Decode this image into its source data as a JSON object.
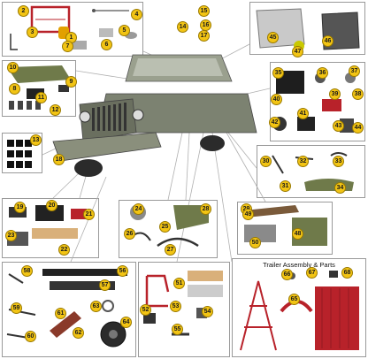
{
  "trailer_title": "Trailer Assembly & Parts",
  "colors": {
    "badge": "#f2c414",
    "part_red": "#b8222a",
    "part_green": "#6f7a4a",
    "part_gray": "#8a8a8a",
    "part_tan": "#d9b07a",
    "border": "#9a9a9a"
  },
  "parts": [
    {
      "id": "1",
      "label": "1"
    },
    {
      "id": "2",
      "label": "2"
    },
    {
      "id": "3",
      "label": "3"
    },
    {
      "id": "4",
      "label": "4"
    },
    {
      "id": "5",
      "label": "5"
    },
    {
      "id": "6",
      "label": "6"
    },
    {
      "id": "7",
      "label": "7"
    },
    {
      "id": "8",
      "label": "8"
    },
    {
      "id": "9",
      "label": "9"
    },
    {
      "id": "10",
      "label": "10"
    },
    {
      "id": "11",
      "label": "11"
    },
    {
      "id": "12",
      "label": "12"
    },
    {
      "id": "13",
      "label": "13"
    },
    {
      "id": "14",
      "label": "14"
    },
    {
      "id": "15",
      "label": "15"
    },
    {
      "id": "16",
      "label": "16"
    },
    {
      "id": "17",
      "label": "17"
    },
    {
      "id": "18",
      "label": "18"
    },
    {
      "id": "19",
      "label": "19"
    },
    {
      "id": "20",
      "label": "20"
    },
    {
      "id": "21",
      "label": "21"
    },
    {
      "id": "22",
      "label": "22"
    },
    {
      "id": "23",
      "label": "23"
    },
    {
      "id": "24",
      "label": "24"
    },
    {
      "id": "25",
      "label": "25"
    },
    {
      "id": "26",
      "label": "26"
    },
    {
      "id": "27",
      "label": "27"
    },
    {
      "id": "28",
      "label": "28"
    },
    {
      "id": "29",
      "label": "29"
    },
    {
      "id": "30",
      "label": "30"
    },
    {
      "id": "31",
      "label": "31"
    },
    {
      "id": "32",
      "label": "32"
    },
    {
      "id": "33",
      "label": "33"
    },
    {
      "id": "34",
      "label": "34"
    },
    {
      "id": "35",
      "label": "35"
    },
    {
      "id": "36",
      "label": "36"
    },
    {
      "id": "37",
      "label": "37"
    },
    {
      "id": "38",
      "label": "38"
    },
    {
      "id": "39",
      "label": "39"
    },
    {
      "id": "40",
      "label": "40"
    },
    {
      "id": "41",
      "label": "41"
    },
    {
      "id": "42",
      "label": "42"
    },
    {
      "id": "43",
      "label": "43"
    },
    {
      "id": "44",
      "label": "44"
    },
    {
      "id": "45",
      "label": "45"
    },
    {
      "id": "46",
      "label": "46"
    },
    {
      "id": "47",
      "label": "47"
    },
    {
      "id": "48",
      "label": "48"
    },
    {
      "id": "49",
      "label": "49"
    },
    {
      "id": "50",
      "label": "50"
    },
    {
      "id": "51",
      "label": "51"
    },
    {
      "id": "52",
      "label": "52"
    },
    {
      "id": "53",
      "label": "53"
    },
    {
      "id": "54",
      "label": "54"
    },
    {
      "id": "55",
      "label": "55"
    },
    {
      "id": "56",
      "label": "56"
    },
    {
      "id": "57",
      "label": "57"
    },
    {
      "id": "58",
      "label": "58"
    },
    {
      "id": "59",
      "label": "59"
    },
    {
      "id": "60",
      "label": "60"
    },
    {
      "id": "61",
      "label": "61"
    },
    {
      "id": "62",
      "label": "62"
    },
    {
      "id": "63",
      "label": "63"
    },
    {
      "id": "64",
      "label": "64"
    },
    {
      "id": "65",
      "label": "65"
    },
    {
      "id": "66",
      "label": "66"
    },
    {
      "id": "67",
      "label": "67"
    },
    {
      "id": "68",
      "label": "68"
    }
  ]
}
